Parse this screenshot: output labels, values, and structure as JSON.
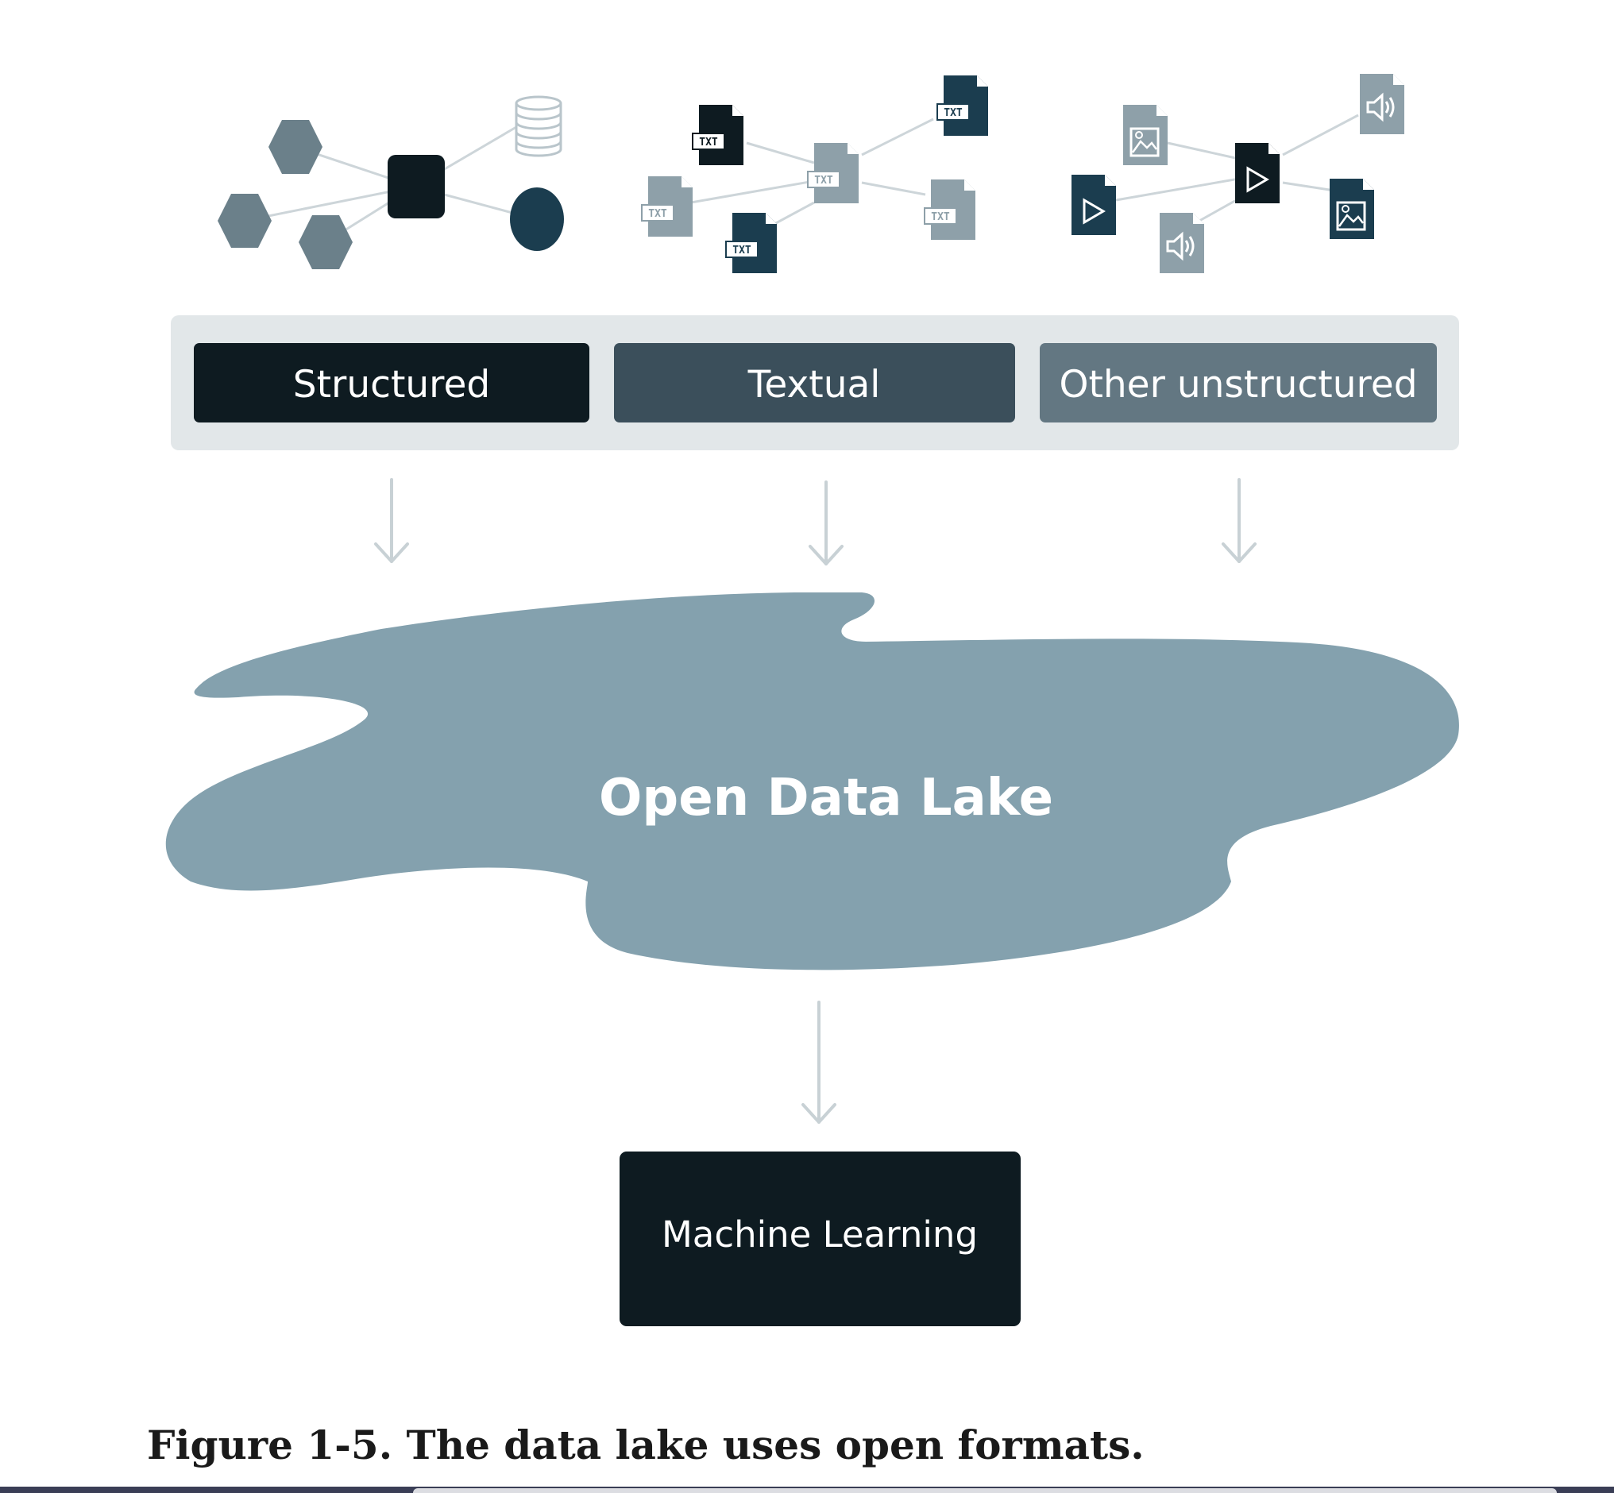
{
  "categories": [
    {
      "label": "Structured",
      "color": "#0e1b21"
    },
    {
      "label": "Textual",
      "color": "#3b4f5b"
    },
    {
      "label": "Other unstructured",
      "color": "#637782"
    }
  ],
  "lake": {
    "label": "Open Data Lake",
    "color": "#84a1ae"
  },
  "ml": {
    "label": "Machine Learning",
    "color": "#0e1b21"
  },
  "doc_tag": "TXT",
  "caption": "Figure 1-5. The data lake uses open formats.",
  "icons": {
    "structured": [
      "hexagon-icon",
      "square-node-icon",
      "database-icon",
      "circle-node-icon"
    ],
    "textual": [
      "txt-file-icon"
    ],
    "other": [
      "image-file-icon",
      "video-file-icon",
      "audio-file-icon"
    ]
  },
  "colors": {
    "dark": "#0e1b21",
    "navy": "#1b3d4f",
    "slate": "#637782",
    "light_slate": "#8ea0a9",
    "band": "#e2e7e9",
    "arrow": "#c8d1d5"
  }
}
